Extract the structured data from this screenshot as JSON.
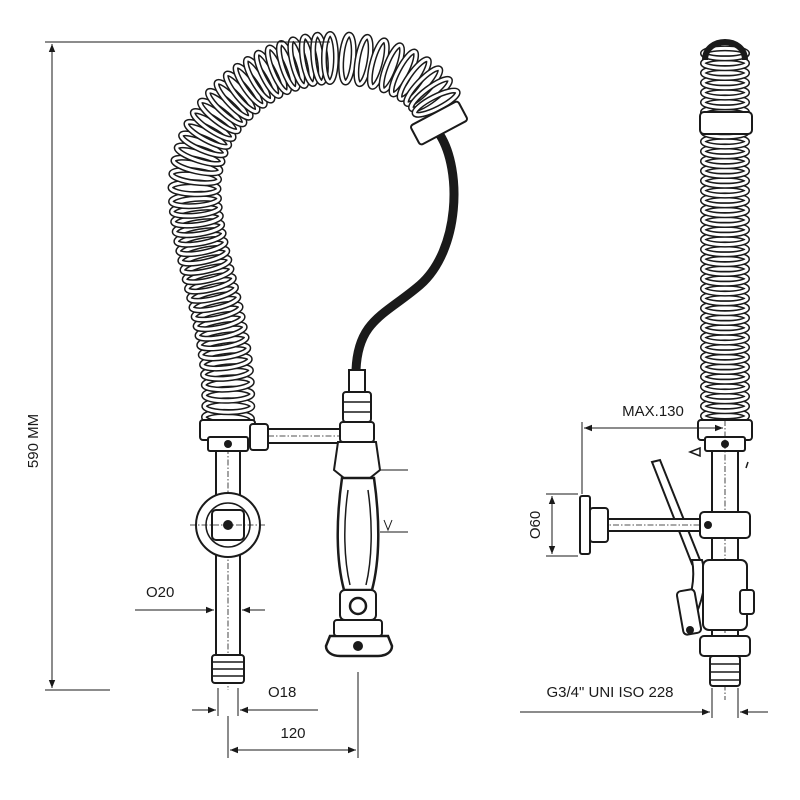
{
  "dimensions": {
    "height_label": "590 MM",
    "pipe_diameter_label": "O20",
    "inlet_diameter_label": "O18",
    "spacing_label": "120",
    "reach_label": "MAX.130",
    "wall_flange_label": "O60",
    "thread_label": "G3/4\" UNI ISO 228"
  },
  "colors": {
    "line": "#1a1a1a",
    "background": "#ffffff"
  },
  "icons": {
    "spray-handle": "pre-rinse-spray-gun",
    "coil-spring": "helical-spring"
  }
}
